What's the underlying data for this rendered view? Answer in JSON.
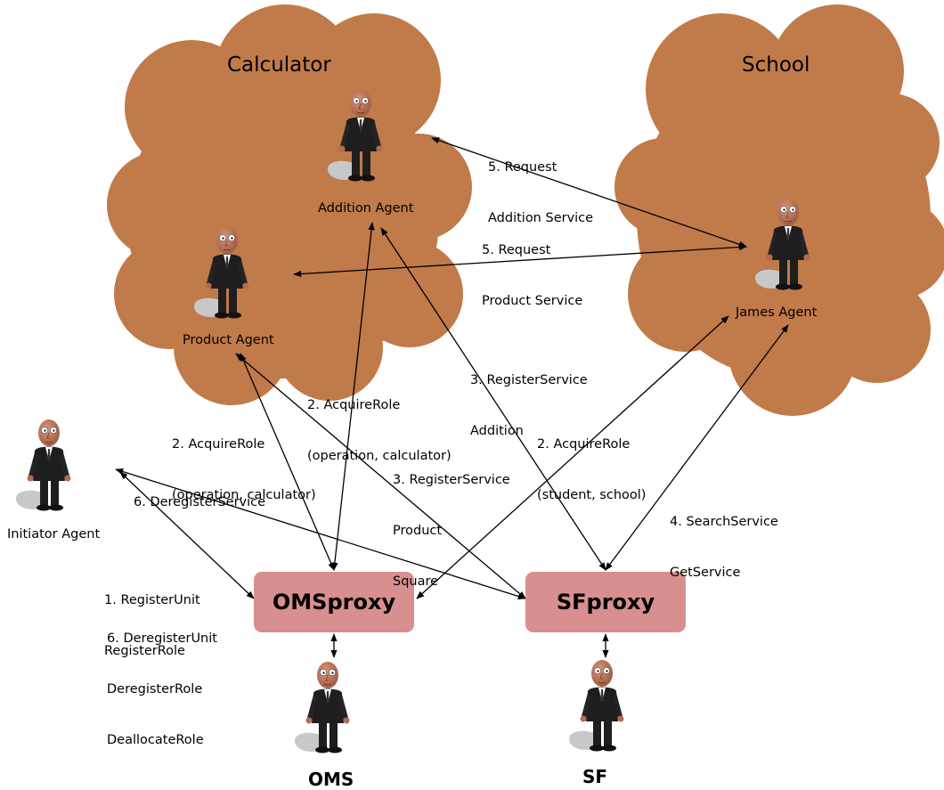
{
  "colors": {
    "cloud": "#c17a4a",
    "proxy": "#d88f8f",
    "arrow": "#000000",
    "suit": "#1e1e1e",
    "skin": "#b46b4f"
  },
  "clouds": {
    "calculator": {
      "title": "Calculator"
    },
    "school": {
      "title": "School"
    }
  },
  "agents": {
    "addition": {
      "name": "Addition Agent"
    },
    "product": {
      "name": "Product Agent"
    },
    "james": {
      "name": "James Agent"
    },
    "initiator": {
      "name": "Initiator Agent"
    },
    "oms": {
      "name": "OMS",
      "icon": "agent-figure"
    },
    "sf": {
      "name": "SF",
      "icon": "agent-figure"
    }
  },
  "proxies": {
    "oms": {
      "label": "OMSproxy"
    },
    "sf": {
      "label": "SFproxy"
    }
  },
  "edges": {
    "req_addition": {
      "lines": [
        "5. Request",
        "Addition Service"
      ]
    },
    "req_product": {
      "lines": [
        "5. Request",
        "Product Service"
      ]
    },
    "reg_addition": {
      "lines": [
        "3. RegisterService",
        "Addition"
      ]
    },
    "acq_addition": {
      "lines": [
        "2. AcquireRole",
        "(operation, calculator)"
      ]
    },
    "acq_product": {
      "lines": [
        "2. AcquireRole",
        "(operation, calculator)"
      ]
    },
    "reg_product": {
      "lines": [
        "3. RegisterService",
        "Product",
        "Square"
      ]
    },
    "acq_james": {
      "lines": [
        "2. AcquireRole",
        "(student, school)"
      ]
    },
    "search": {
      "lines": [
        "4. SearchService",
        "GetService"
      ]
    },
    "dereg_service": {
      "lines": [
        "6. DeregisterService"
      ]
    },
    "register_unit": {
      "lines": [
        "1. RegisterUnit",
        "RegisterRole"
      ]
    },
    "dereg_unit": {
      "lines": [
        "6. DeregisterUnit",
        "DeregisterRole",
        "DeallocateRole"
      ]
    }
  }
}
